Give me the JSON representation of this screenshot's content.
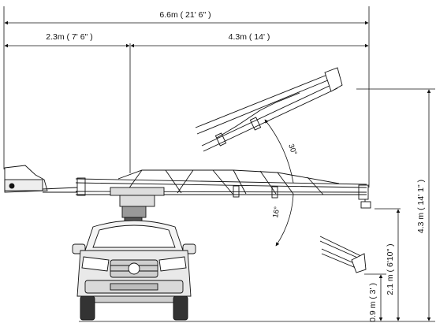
{
  "dimensions": {
    "total_length": "6.6m ( 21' 6\" )",
    "rear_length": "2.3m ( 7' 6\" )",
    "front_length": "4.3m ( 14' )",
    "max_height": "4.3 m ( 14' 1\" )",
    "level_height": "2.1 m ( 6'10\" )",
    "min_height": "0.9 m ( 3' )"
  },
  "angles": {
    "up": "30°",
    "down": "16°"
  },
  "colors": {
    "line": "#1a1a1a",
    "background": "#ffffff"
  }
}
